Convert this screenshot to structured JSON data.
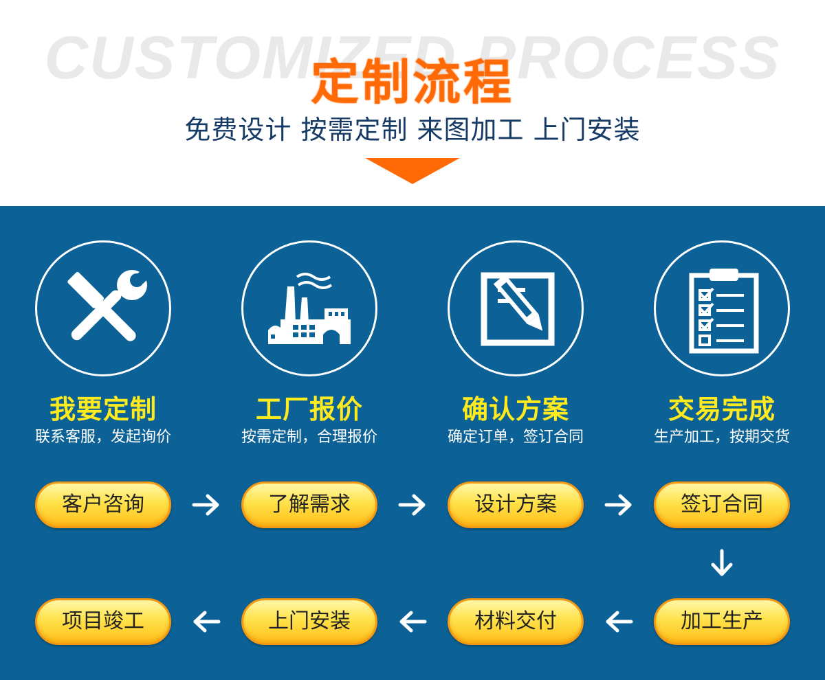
{
  "header": {
    "bg_word": "CUSTOMIZED PROCESS",
    "title": "定制流程",
    "subtitle": "免费设计 按需定制 来图加工 上门安装"
  },
  "steps": [
    {
      "icon": "hammer-wrench-icon",
      "title": "我要定制",
      "desc": "联系客服，发起询价"
    },
    {
      "icon": "factory-icon",
      "title": "工厂报价",
      "desc": "按需定制，合理报价"
    },
    {
      "icon": "document-pencil-icon",
      "title": "确认方案",
      "desc": "确定订单，签订合同"
    },
    {
      "icon": "clipboard-checklist-icon",
      "title": "交易完成",
      "desc": "生产加工，按期交货"
    }
  ],
  "flow": {
    "row1": [
      "客户咨询",
      "了解需求",
      "设计方案",
      "签订合同"
    ],
    "row2": [
      "项目竣工",
      "上门安装",
      "材料交付",
      "加工生产"
    ]
  },
  "colors": {
    "accent": "#ff6a06",
    "blue_band": "#0c6296",
    "step_title": "#ffea1e",
    "pill": "#ffe24a",
    "pill_border": "#f39a12",
    "subtitle": "#163a66"
  }
}
